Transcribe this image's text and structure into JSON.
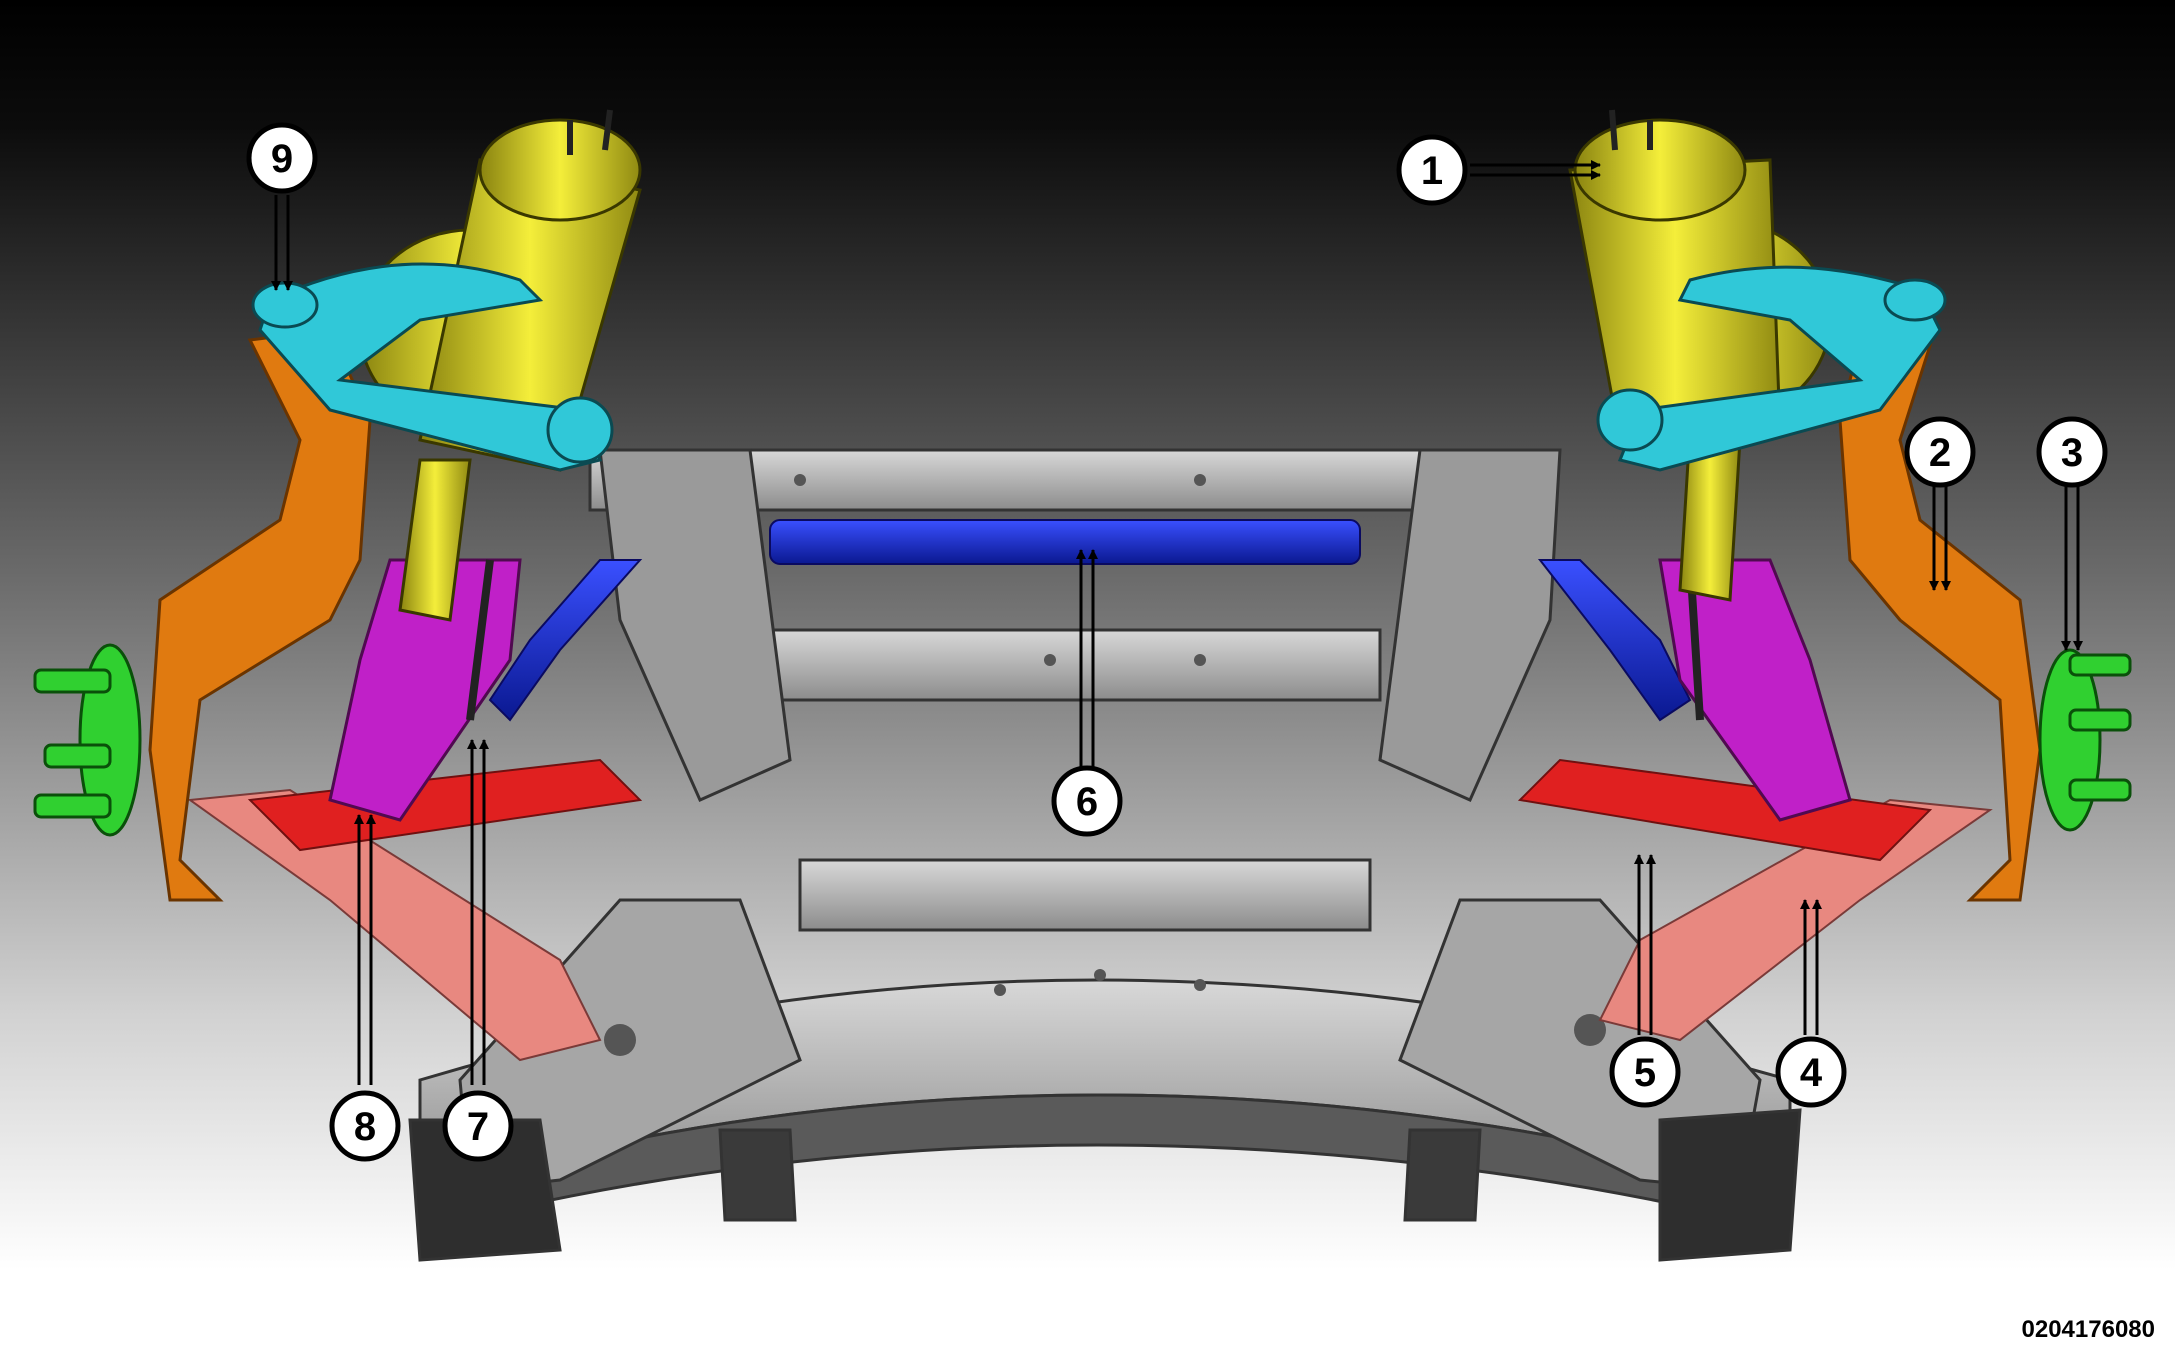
{
  "figure_id": "0204176080",
  "callouts": [
    {
      "id": "callout-1",
      "label": "1"
    },
    {
      "id": "callout-2",
      "label": "2"
    },
    {
      "id": "callout-3",
      "label": "3"
    },
    {
      "id": "callout-4",
      "label": "4"
    },
    {
      "id": "callout-5",
      "label": "5"
    },
    {
      "id": "callout-6",
      "label": "6"
    },
    {
      "id": "callout-7",
      "label": "7"
    },
    {
      "id": "callout-8",
      "label": "8"
    },
    {
      "id": "callout-9",
      "label": "9"
    }
  ],
  "colors": {
    "background_top": "#000000",
    "background_bottom": "#ffffff",
    "frame": "#b8b8b8",
    "frame_dark": "#3a3a3a",
    "air_spring": "#e8e020",
    "upper_arm": "#30c8d8",
    "knuckle": "#e07a10",
    "hub": "#30d030",
    "lower_arm_front": "#e02020",
    "lower_arm_rear": "#e88880",
    "stabilizer_bar": "#1830d8",
    "link": "#c020c8"
  }
}
